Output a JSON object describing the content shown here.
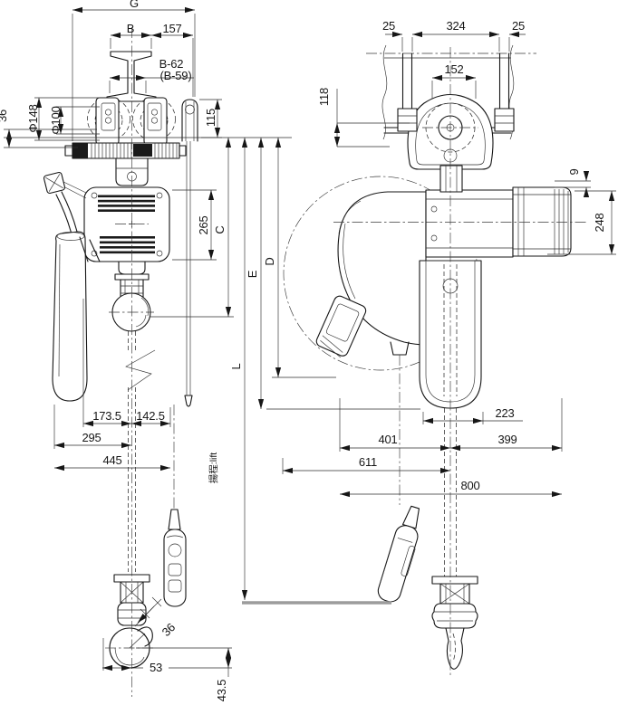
{
  "drawing": {
    "type": "engineering-dimension-drawing",
    "subject": "electric chain hoist with trolley, front and side views",
    "front": {
      "g": "G",
      "b": "B",
      "w157": "157",
      "b62": "B-62",
      "b59": "(B-59)",
      "h36": "36",
      "dia148": "Φ148",
      "dia100": "Φ100",
      "h115": "115",
      "h265": "265",
      "c": "C",
      "e": "E",
      "d": "D",
      "l": "L",
      "w173_5": "173.5",
      "w142_5": "142.5",
      "w295": "295",
      "w445": "445",
      "lift": "揚程:lift",
      "hook_opening_36": "36",
      "w53": "53",
      "h43_5": "43.5"
    },
    "side": {
      "left25": "25",
      "w324": "324",
      "right25": "25",
      "w152": "152",
      "h118": "118",
      "h9": "9",
      "h248": "248",
      "w223": "223",
      "w401": "401",
      "w399": "399",
      "w611": "611",
      "w800": "800"
    }
  }
}
